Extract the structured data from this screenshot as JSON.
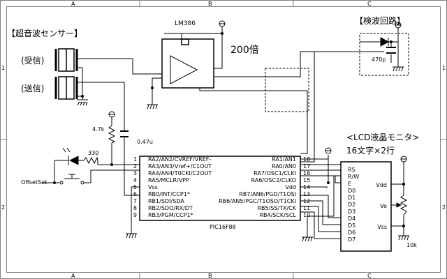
{
  "border": {
    "columns": [
      "A",
      "B",
      "C"
    ],
    "rows": [
      "1",
      "2"
    ]
  },
  "sections": {
    "ultrasonic_sensor": "【超音波センサー】",
    "receive": "(受信)",
    "transmit": "(送信)",
    "detector": "【検波回路】",
    "lcd": "<LCD液晶モニタ>",
    "lcd_size": "16文字×2行"
  },
  "amp": {
    "chip": "LM386",
    "gain": "200倍"
  },
  "components": {
    "r_pullup": "4.7k",
    "c_couple": "0.47u",
    "r_led": "330",
    "c_detect": "470p",
    "r_pot": "10k",
    "switch": "OffsetSet"
  },
  "mcu": {
    "name": "PIC16F88",
    "left_pins": [
      {
        "num": "1",
        "label": "RA2/AN2/CVREF/VREF-"
      },
      {
        "num": "2",
        "label": "RA3/AN3/Vref+/C1OUT"
      },
      {
        "num": "3",
        "label": "RA4/AN4/T0CKI/C2OUT"
      },
      {
        "num": "4",
        "label": "RA5/MCLR/VPP"
      },
      {
        "num": "5",
        "label": "Vss"
      },
      {
        "num": "6",
        "label": "RB0/INT/CCP1*"
      },
      {
        "num": "7",
        "label": "RB1/SDI/SDA"
      },
      {
        "num": "8",
        "label": "RB2/SDO/RX/DT"
      },
      {
        "num": "9",
        "label": "RB3/PGM/CCP1*"
      }
    ],
    "right_pins": [
      {
        "num": "18",
        "label": "RA1/AN1"
      },
      {
        "num": "17",
        "label": "RA0/AN0"
      },
      {
        "num": "16",
        "label": "RA7/OSC1/CLKI"
      },
      {
        "num": "15",
        "label": "RA6/OSC2/CLKO"
      },
      {
        "num": "14",
        "label": "Vdd"
      },
      {
        "num": "13",
        "label": "RB7/AN6/PGD/T1OSI"
      },
      {
        "num": "12",
        "label": "RB6/AN5/PGC/T1OSO/T1CKI"
      },
      {
        "num": "11",
        "label": "RB5/SS/TX/CK"
      },
      {
        "num": "10",
        "label": "RB4/SCK/SCL"
      }
    ]
  },
  "lcd_pins": {
    "left": [
      "RS",
      "R/W",
      "E",
      "D0",
      "D1",
      "D2",
      "D3",
      "D4",
      "D5",
      "D6",
      "D7"
    ],
    "right": [
      "Vdd",
      "Vo",
      "Vss"
    ]
  },
  "colors": {
    "line": "#000000",
    "frame": "#808080",
    "background": "#ffffff"
  }
}
